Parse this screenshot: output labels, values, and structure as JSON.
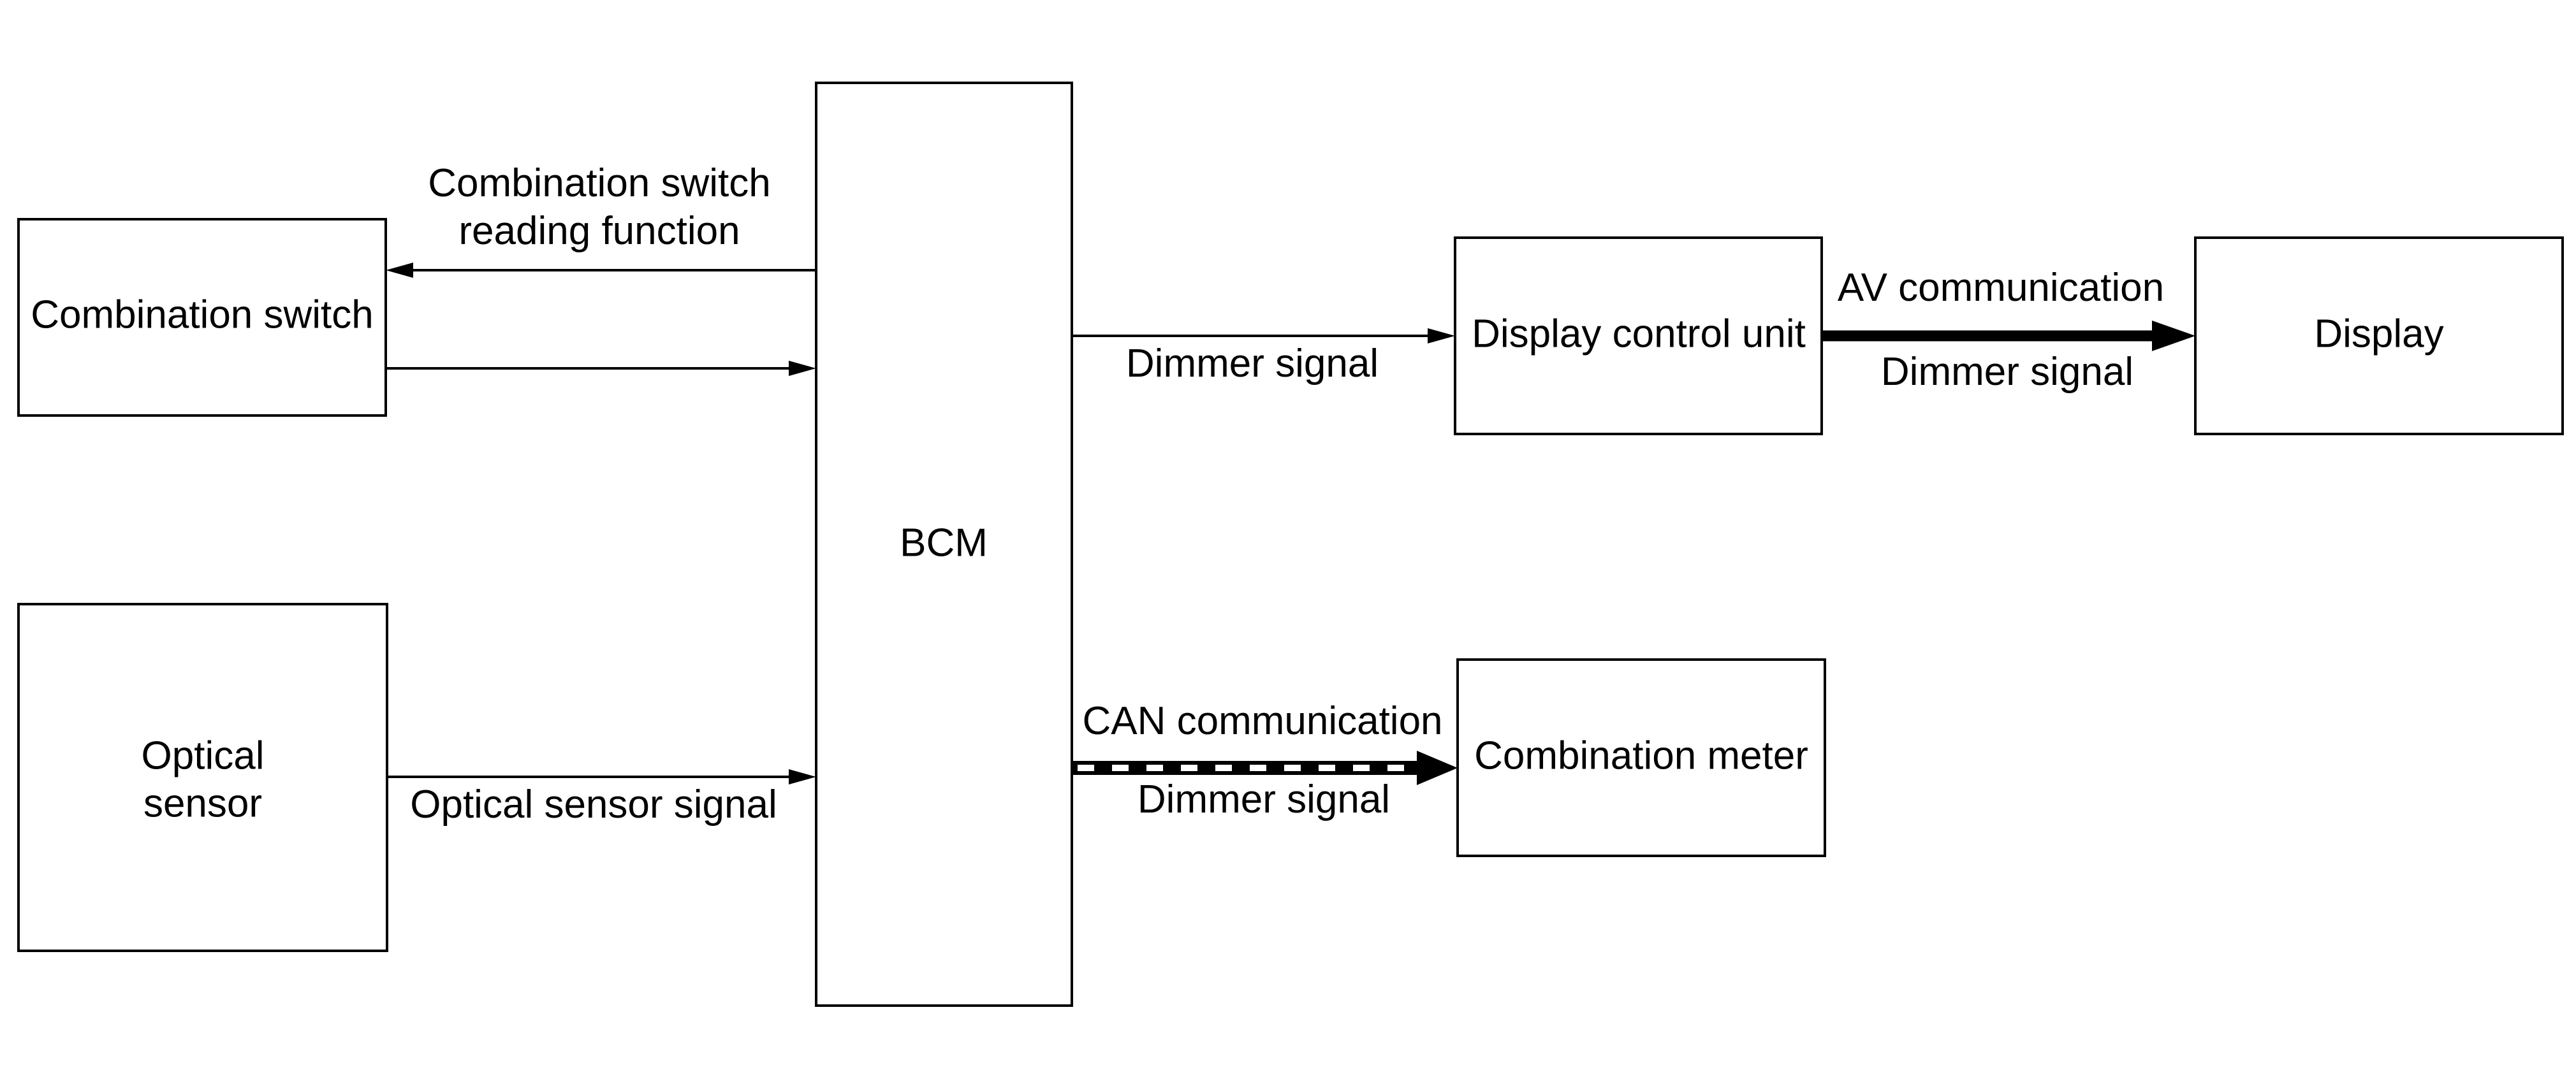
{
  "blocks": {
    "combination_switch": "Combination switch",
    "optical_sensor": [
      "Optical",
      "sensor"
    ],
    "bcm": "BCM",
    "display_control_unit": "Display control unit",
    "display": "Display",
    "combination_meter": "Combination meter"
  },
  "signals": {
    "reading_function": [
      "Combination switch",
      "reading function"
    ],
    "optical_sensor_signal": "Optical sensor signal",
    "bcm_to_dcu": "Dimmer signal",
    "av_communication": "AV communication",
    "dcu_to_display": "Dimmer signal",
    "can_communication": "CAN communication",
    "bcm_to_meter": "Dimmer signal"
  }
}
